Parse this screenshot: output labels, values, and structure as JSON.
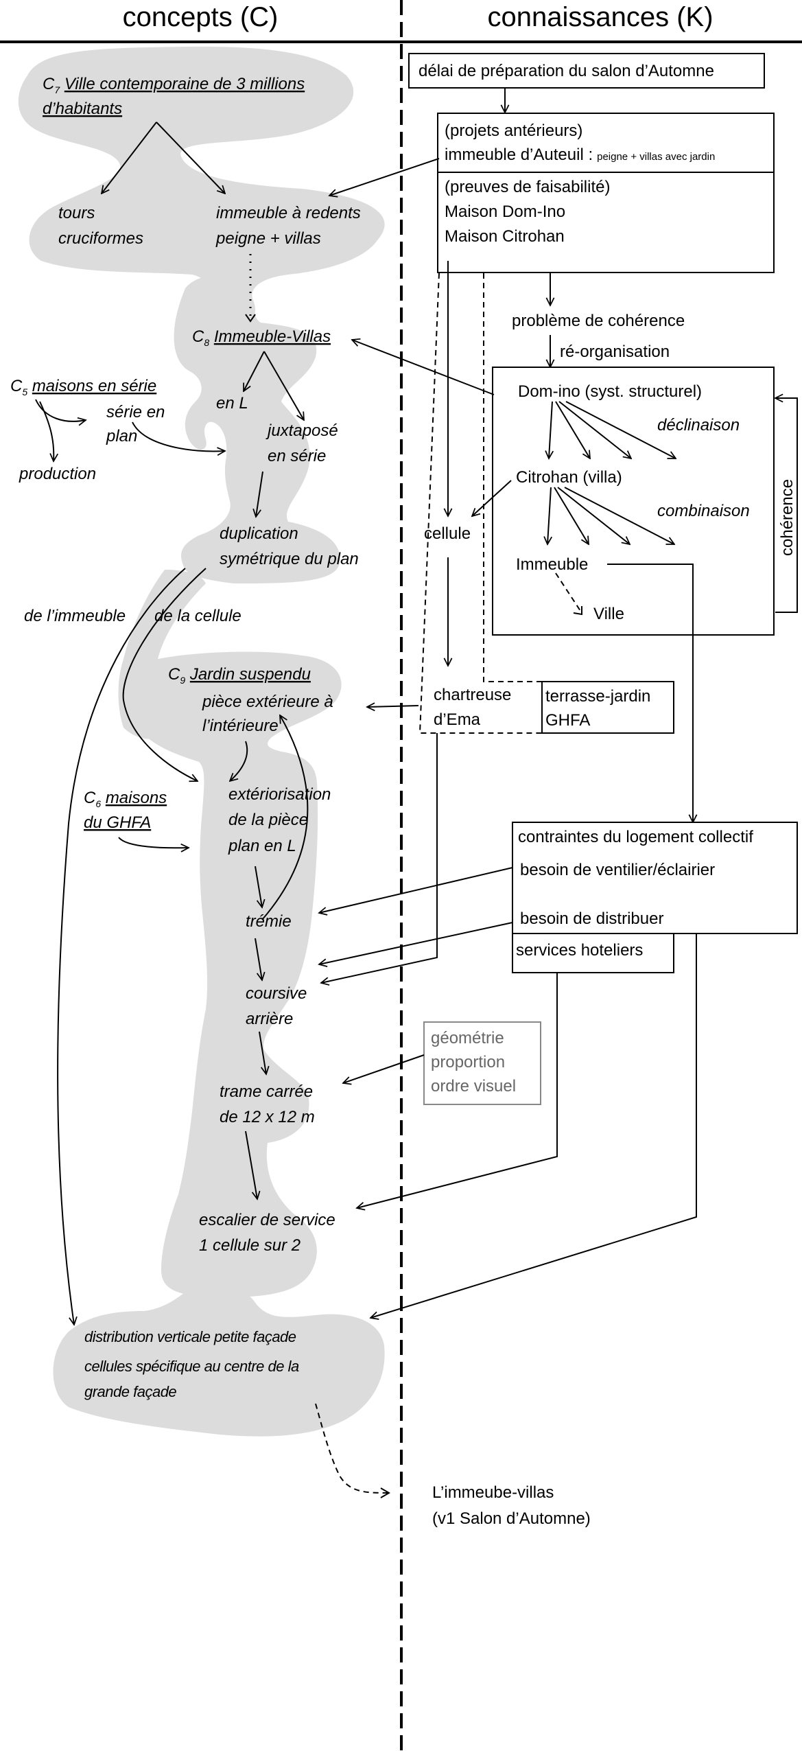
{
  "header": {
    "left_title": "concepts (C)",
    "right_title": "connaissances (K)"
  },
  "concepts": {
    "c7": {
      "index": "C",
      "sub": "7",
      "line1": "Ville contemporaine de 3 millions",
      "line2": "d’habitants"
    },
    "tours": [
      "tours",
      "cruciformes"
    ],
    "redents": [
      "immeuble à redents",
      "peigne + villas"
    ],
    "c8": {
      "index": "C",
      "sub": "8",
      "label": "Immeuble-Villas"
    },
    "en_l": "en L",
    "juxtapose": [
      "juxtaposé",
      "en série"
    ],
    "c5": {
      "index": "C",
      "sub": "5",
      "label": "maisons en série"
    },
    "serie_plan": [
      "série en",
      "plan"
    ],
    "production": "production",
    "duplication": [
      "duplication",
      "symétrique du plan"
    ],
    "de_immeuble": "de l’immeuble",
    "de_cellule": "de la cellule",
    "c9": {
      "index": "C",
      "sub": "9",
      "label": "Jardin suspendu"
    },
    "piece_ext": [
      "pièce extérieure à",
      "l’intérieure"
    ],
    "c6": {
      "index": "C",
      "sub": "6",
      "line1": "maisons",
      "line2": "du GHFA"
    },
    "exteriorisation": [
      "extériorisation",
      "de la pièce",
      "plan en L"
    ],
    "tremie": "trémie",
    "coursive": [
      "coursive",
      "arrière"
    ],
    "trame": [
      "trame carrée",
      "de 12 x 12 m"
    ],
    "escalier": [
      "escalier de service",
      "1 cellule sur 2"
    ],
    "distribution": [
      "distribution verticale petite façade",
      "cellules spécifique au centre de la",
      "grande façade"
    ]
  },
  "knowledge": {
    "delai": "délai de préparation du salon d’Automne",
    "projets": {
      "title": "(projets antérieurs)",
      "auteuil": "immeuble d’Auteuil :",
      "auteuil_note": "peigne + villas avec jardin",
      "preuves": "(preuves de faisabilité)",
      "domino": "Maison Dom-Ino",
      "citrohan": "Maison Citrohan"
    },
    "probleme": "problème de cohérence",
    "reorganisation": "ré-organisation",
    "system": {
      "domino": "Dom-ino (syst. structurel)",
      "declinaison": "déclinaison",
      "citrohan": "Citrohan (villa)",
      "combinaison": "combinaison",
      "immeuble": "Immeuble",
      "ville": "Ville",
      "coherence": "cohérence"
    },
    "cellule": "cellule",
    "chartreuse": [
      "chartreuse",
      "d’Ema"
    ],
    "terrasse": [
      "terrasse-jardin",
      "GHFA"
    ],
    "contraintes": {
      "title": "contraintes du logement collectif",
      "ventiler": "besoin de ventilier/éclairier",
      "distribuer": "besoin de distribuer"
    },
    "services": "services hoteliers",
    "geometrie": [
      "géométrie",
      "proportion",
      "ordre visuel"
    ],
    "result": [
      "L’immeube-villas",
      "(v1 Salon d’Automne)"
    ]
  },
  "colors": {
    "concept_area": "#dcdcdc",
    "ink": "#000000",
    "muted": "#666666"
  }
}
